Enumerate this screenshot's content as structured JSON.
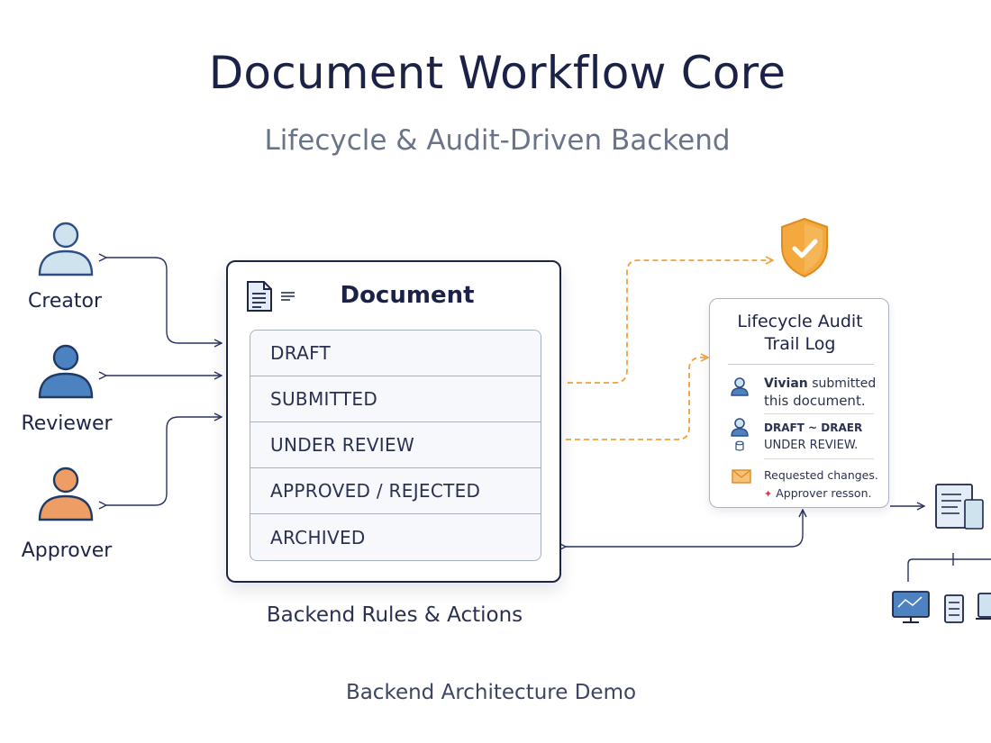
{
  "header": {
    "title": "Document Workflow Core",
    "subtitle": "Lifecycle & Audit-Driven Backend"
  },
  "actors": [
    {
      "label": "Creator",
      "color": "#cfe3ef",
      "outline": "#2d4f85"
    },
    {
      "label": "Reviewer",
      "color": "#4d82c0",
      "outline": "#203a66"
    },
    {
      "label": "Approver",
      "color": "#ee9d64",
      "outline": "#203a66"
    }
  ],
  "document": {
    "title": "Document",
    "states": [
      "DRAFT",
      "SUBMITTED",
      "UNDER REVIEW",
      "APPROVED / REJECTED",
      "ARCHIVED"
    ],
    "caption": "Backend Rules & Actions"
  },
  "audit_log": {
    "title_line1": "Lifecycle Audit",
    "title_line2": "Trail Log",
    "entry1": {
      "name": "Vivian",
      "action": "submitted",
      "line2": "this document."
    },
    "entry2": {
      "line1": "DRAFT ~ DRAER",
      "line2": "UNDER REVIEW."
    },
    "entry3": {
      "line1": "Requested changes.",
      "line2": "Approver resson."
    }
  },
  "footer": "Backend Architecture Demo",
  "colors": {
    "navy": "#1e2446",
    "accent_orange": "#f0a13c",
    "shield": "#f3a93d",
    "muted": "#6a7488"
  }
}
